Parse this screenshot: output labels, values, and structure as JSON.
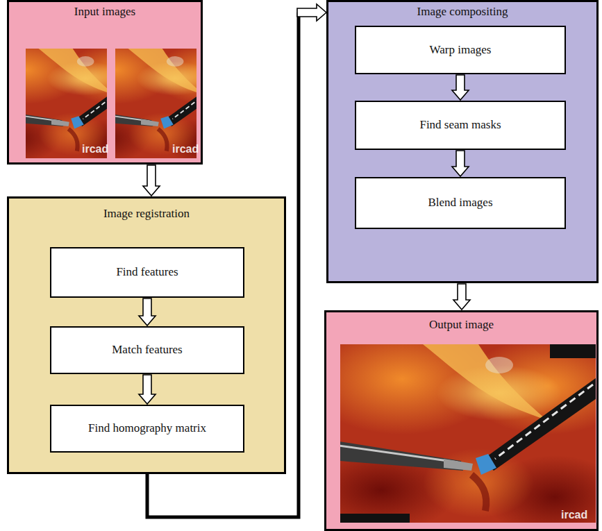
{
  "diagram": {
    "nodes": [
      {
        "text": [
          "Input images"
        ]
      },
      {
        "text": [
          "Image registration"
        ]
      },
      {
        "text": [
          "Find features"
        ],
        "in": 1
      },
      {
        "text": [
          "Match features"
        ],
        "in": 1
      },
      {
        "text": [
          "Find homography matrix"
        ],
        "in": 1
      },
      {
        "text": [
          "Image compositing"
        ]
      },
      {
        "text": [
          "Warp images"
        ],
        "in": 5
      },
      {
        "text": [
          "Find seam masks"
        ],
        "in": 5
      },
      {
        "text": [
          "Blend images"
        ],
        "in": 5
      },
      {
        "text": [
          "Output image"
        ]
      }
    ],
    "edges": [
      {
        "from": 0,
        "to": 1,
        "arrow": "to"
      },
      {
        "from": 2,
        "to": 3,
        "arrow": "to"
      },
      {
        "from": 3,
        "to": 4,
        "arrow": "to"
      },
      {
        "from": 1,
        "to": 5,
        "arrow": "to"
      },
      {
        "from": 6,
        "to": 7,
        "arrow": "to"
      },
      {
        "from": 7,
        "to": 8,
        "arrow": "to"
      },
      {
        "from": 5,
        "to": 9,
        "arrow": "to"
      }
    ],
    "labels": [
      "ircad",
      "ircad",
      "ircad"
    ]
  }
}
